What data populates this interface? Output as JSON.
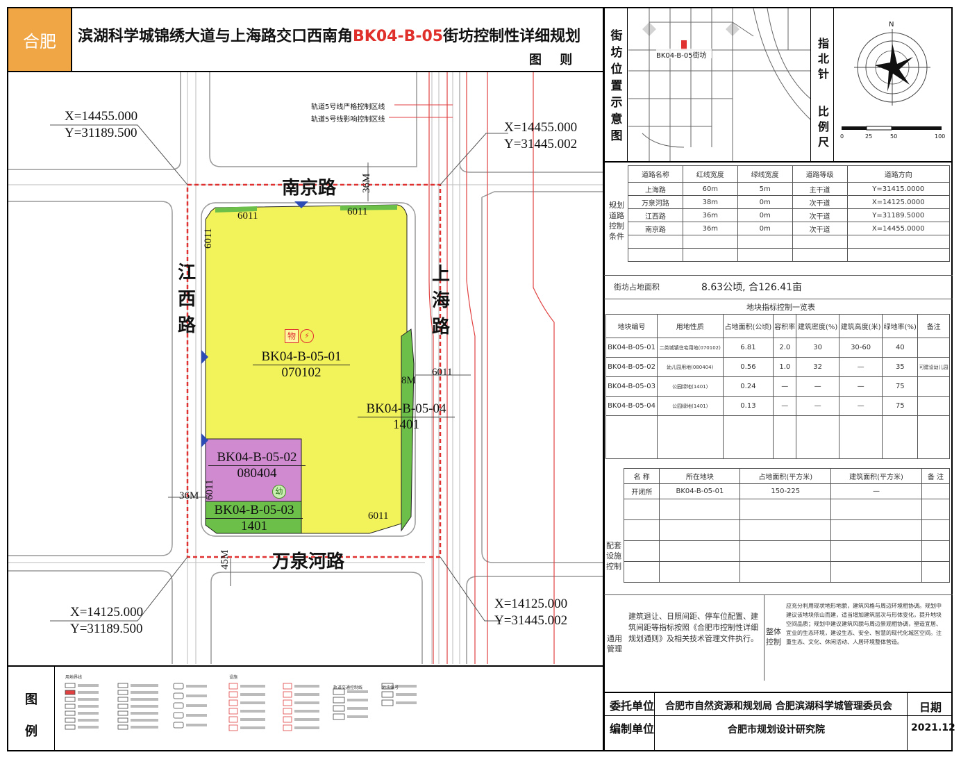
{
  "header": {
    "city": "合肥",
    "title_part1": "滨湖科学城锦绣大道与上海路交口西南角",
    "title_code": "BK04-B-05",
    "title_part2": "街坊控制性详细规划",
    "subtitle": "图 则"
  },
  "map": {
    "coords": {
      "top_left": {
        "x": "X=14455.000",
        "y": "Y=31189.500"
      },
      "top_right": {
        "x": "X=14455.000",
        "y": "Y=31445.002"
      },
      "bottom_left": {
        "x": "X=14125.000",
        "y": "Y=31189.500"
      },
      "bottom_right": {
        "x": "X=14125.000",
        "y": "Y=31445.002"
      }
    },
    "roads": {
      "north": "南京路",
      "south": "万泉河路",
      "west": "江西路",
      "east": "上海路"
    },
    "rail_labels": [
      "轨道5号线严格控制区线",
      "轨道5号线影响控制区线"
    ],
    "parcels": [
      {
        "code": "BK04-B-05-01",
        "use": "070102",
        "color": "#f2f25a"
      },
      {
        "code": "BK04-B-05-02",
        "use": "080404",
        "color": "#d08ad0"
      },
      {
        "code": "BK04-B-05-03",
        "use": "1401",
        "color": "#6cc04a"
      },
      {
        "code": "BK04-B-05-04",
        "use": "1401",
        "color": "#6cc04a"
      }
    ],
    "dims": {
      "d1": "6011",
      "d2": "6011",
      "d3": "6011",
      "d4": "6011",
      "d5": "6011",
      "d6": "36M",
      "d7": "36M",
      "d8": "45M",
      "d9": "8M",
      "d10": "6011"
    },
    "facility_icons": {
      "shop": "物",
      "power": "⚡",
      "kinder": "幼"
    }
  },
  "side": {
    "location_label": "街坊位置示意图",
    "location_block": "BK04-B-05街坊",
    "compass_label": "指北针",
    "compass_n": "N",
    "scale_label": "比例尺",
    "scale_ticks": [
      "0",
      "25",
      "50",
      "100"
    ]
  },
  "roads_table": {
    "section_label": "规划道路控制条件",
    "headers": [
      "道路名称",
      "红线宽度",
      "绿线宽度",
      "道路等级",
      "道路方向"
    ],
    "rows": [
      [
        "上海路",
        "60m",
        "5m",
        "主干道",
        "Y=31415.0000"
      ],
      [
        "万泉河路",
        "38m",
        "0m",
        "次干道",
        "X=14125.0000"
      ],
      [
        "江西路",
        "36m",
        "0m",
        "次干道",
        "Y=31189.5000"
      ],
      [
        "南京路",
        "36m",
        "0m",
        "次干道",
        "X=14455.0000"
      ]
    ]
  },
  "area": {
    "label": "街坊占地面积",
    "value": "8.63公顷, 合126.41亩",
    "table_title": "地块指标控制一览表"
  },
  "parcel_table": {
    "headers": [
      "地块编号",
      "用地性质",
      "占地面积(公顷)",
      "容积率",
      "建筑密度(%)",
      "建筑高度(米)",
      "绿地率(%)",
      "备注"
    ],
    "rows": [
      [
        "BK04-B-05-01",
        "二类城镇住宅用地(070102)",
        "6.81",
        "2.0",
        "30",
        "30-60",
        "40",
        ""
      ],
      [
        "BK04-B-05-02",
        "幼儿园用地(080404)",
        "0.56",
        "1.0",
        "32",
        "—",
        "35",
        "可建设幼儿园"
      ],
      [
        "BK04-B-05-03",
        "公园绿地(1401)",
        "0.24",
        "—",
        "—",
        "—",
        "75",
        ""
      ],
      [
        "BK04-B-05-04",
        "公园绿地(1401)",
        "0.13",
        "—",
        "—",
        "—",
        "75",
        ""
      ]
    ]
  },
  "facility_table": {
    "section_label": "配套设施控制",
    "headers": [
      "名 称",
      "所在地块",
      "占地面积(平方米)",
      "建筑面积(平方米)",
      "备 注"
    ],
    "rows": [
      [
        "开闭所",
        "BK04-B-05-01",
        "150-225",
        "—",
        ""
      ]
    ]
  },
  "general": {
    "label": "通用管理",
    "text": "建筑退让、日照间距、停车位配置、建筑间距等指标按照《合肥市控制性详细规划通则》及相关技术管理文件执行。",
    "control_label": "整体控制",
    "control_text": "应充分利用现状地形地貌，建筑风格与周边环境相协调。规划中建议该地块依山而建，适当增加建筑层次与形体变化，提升地块空间品质；规划中建议建筑风貌与周边景观相协调，塑造宜居、宜业的生态环境，建设生态、安全、智慧的现代化城区空间。注重生态、文化、休闲活动、人居环境整体营造。"
  },
  "footer": {
    "client_label": "委托单位",
    "client_value": "合肥市自然资源和规划局  合肥滨湖科学城管理委员会",
    "designer_label": "编制单位",
    "designer_value": "合肥市规划设计研究院",
    "date_label": "日期",
    "date_value": "2021.12"
  },
  "legend": {
    "label": "图例",
    "col1_title": "用地界线",
    "col4_title": "设施",
    "col5_title": "轨道交通控制线",
    "col6_title": "地块编号"
  }
}
